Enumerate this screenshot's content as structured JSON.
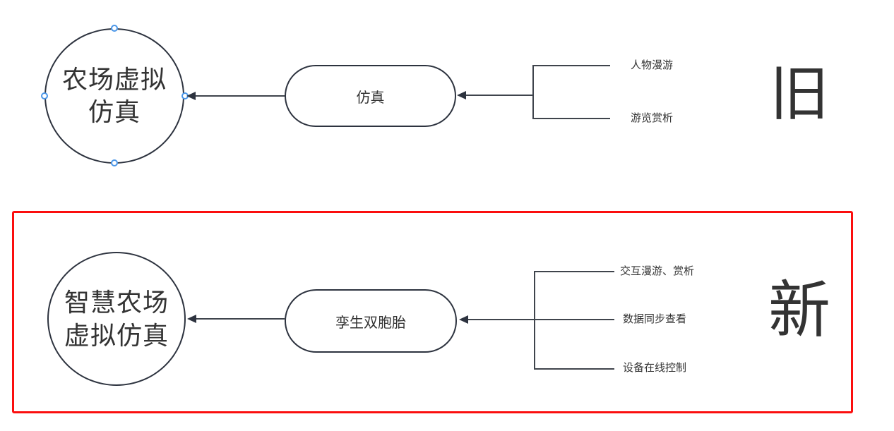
{
  "diagram": {
    "old": {
      "tag": "旧",
      "goal": {
        "line1": "农场虚拟",
        "line2": "仿真"
      },
      "process": "仿真",
      "features": [
        "人物漫游",
        "游览赏析"
      ]
    },
    "new": {
      "tag": "新",
      "goal": {
        "line1": "智慧农场",
        "line2": "虚拟仿真"
      },
      "process": "孪生双胞胎",
      "features": [
        "交互漫游、赏析",
        "数据同步查看",
        "设备在线控制"
      ]
    }
  },
  "colors": {
    "background": "#ffffff",
    "shape_stroke": "#2d333f",
    "connector": "#3f444c",
    "text": "#333333",
    "anchor_blue": "#4a96e8",
    "highlight_red": "#fb0e0e"
  }
}
